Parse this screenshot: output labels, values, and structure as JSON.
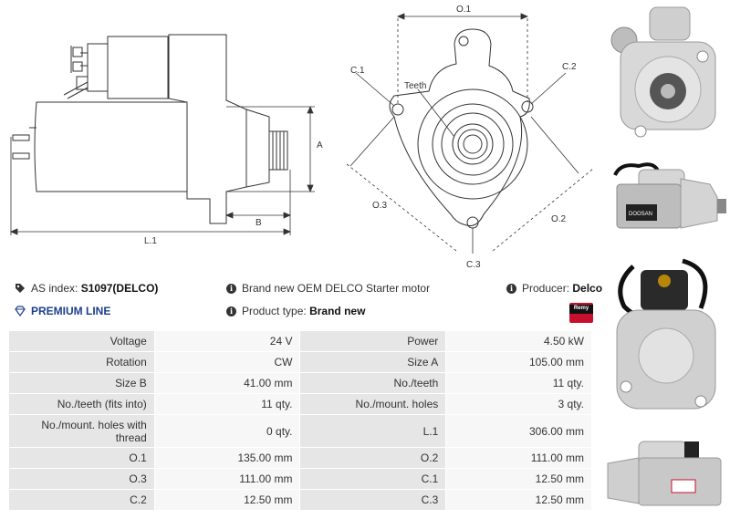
{
  "diagram": {
    "side_labels": {
      "a": "A",
      "b": "B",
      "l1": "L.1"
    },
    "front_labels": {
      "o1": "O.1",
      "o2": "O.2",
      "o3": "O.3",
      "c1": "C.1",
      "c2": "C.2",
      "c3": "C.3",
      "teeth": "Teeth"
    }
  },
  "info": {
    "index_label": "AS index:",
    "index_value": "S1097(DELCO)",
    "premium_label": "PREMIUM LINE",
    "description": "Brand new OEM DELCO Starter motor",
    "product_type_label": "Product type:",
    "product_type_value": "Brand new",
    "producer_label": "Producer:",
    "producer_value": "Delco",
    "producer_logo_text": "Remy"
  },
  "photos": {
    "label_text": "DOOSAN"
  },
  "specs": [
    [
      {
        "label": "Voltage",
        "value": "24 V"
      },
      {
        "label": "Power",
        "value": "4.50 kW"
      }
    ],
    [
      {
        "label": "Rotation",
        "value": "CW"
      },
      {
        "label": "Size A",
        "value": "105.00 mm"
      }
    ],
    [
      {
        "label": "Size B",
        "value": "41.00 mm"
      },
      {
        "label": "No./teeth",
        "value": "11 qty."
      }
    ],
    [
      {
        "label": "No./teeth (fits into)",
        "value": "11 qty."
      },
      {
        "label": "No./mount. holes",
        "value": "3 qty."
      }
    ],
    [
      {
        "label": "No./mount. holes with thread",
        "value": "0 qty."
      },
      {
        "label": "L.1",
        "value": "306.00 mm"
      }
    ],
    [
      {
        "label": "O.1",
        "value": "135.00 mm"
      },
      {
        "label": "O.2",
        "value": "111.00 mm"
      }
    ],
    [
      {
        "label": "O.3",
        "value": "111.00 mm"
      },
      {
        "label": "C.1",
        "value": "12.50 mm"
      }
    ],
    [
      {
        "label": "C.2",
        "value": "12.50 mm"
      },
      {
        "label": "C.3",
        "value": "12.50 mm"
      }
    ]
  ]
}
